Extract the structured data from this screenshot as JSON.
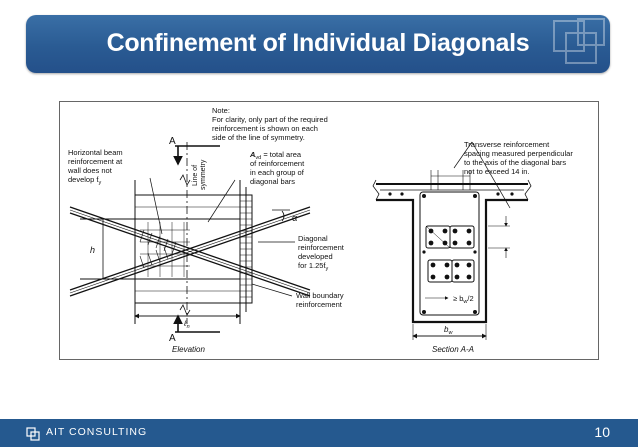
{
  "title": "Confinement of Individual Diagonals",
  "figure": {
    "note_lines": [
      "Note:",
      "For clarity, only part of the required",
      "reinforcement is shown on each",
      "side of the line of symmetry."
    ],
    "section_mark": "A",
    "line_of_symmetry": [
      "Line of",
      "symmetry"
    ],
    "horizontal_beam_lines": [
      "Horizontal beam",
      "reinforcement at",
      "wall does not",
      "develop f",
      "y"
    ],
    "avd_lines": [
      "A",
      "vd",
      " = total area",
      "of reinforcement",
      "in each group of",
      "diagonal bars"
    ],
    "alpha": "α",
    "h_label": "h",
    "diagonal_lines": [
      "Diagonal",
      "reinforcement",
      "developed",
      "for 1.25f",
      "y"
    ],
    "wall_boundary_lines": [
      "Wall boundary",
      "reinforcement"
    ],
    "ln_label": "ℓ",
    "ln_sub": "n",
    "elevation_caption": "Elevation",
    "transverse_lines": [
      "Transverse reinforcement",
      "spacing measured perpendicular",
      "to the axis of the diagonal bars",
      "not to exceed 14 in."
    ],
    "bw_half": "≥ b",
    "bw_half_sub": "w",
    "bw_half_tail": "/2",
    "bw_label": "b",
    "bw_sub": "w",
    "section_caption": "Section A-A"
  },
  "footer": {
    "company": "AIT CONSULTING",
    "page_number": "10"
  },
  "colors": {
    "title_bar": "#2a5b93",
    "footer_bar": "#25598f",
    "text_white": "#ffffff"
  }
}
